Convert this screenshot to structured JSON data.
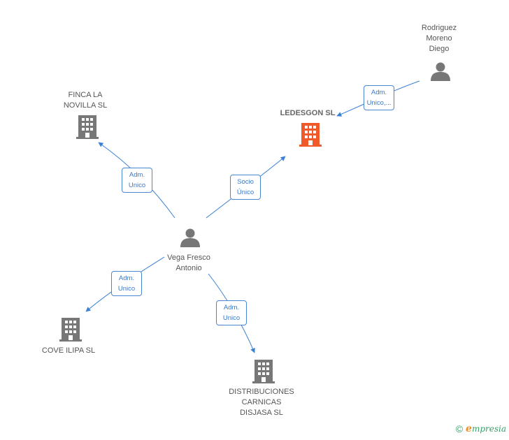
{
  "colors": {
    "edge": "#3a7fd4",
    "person": "#777777",
    "company": "#777777",
    "company_main": "#f05a28"
  },
  "nodes": {
    "rodriguez": {
      "label_lines": [
        "Rodriguez",
        "Moreno",
        "Diego"
      ],
      "icon": "person-icon"
    },
    "ledesgon": {
      "label_lines": [
        "LEDESGON SL"
      ],
      "icon": "building-icon"
    },
    "finca": {
      "label_lines": [
        "FINCA LA",
        "NOVILLA SL"
      ],
      "icon": "building-icon"
    },
    "vega": {
      "label_lines": [
        "Vega Fresco",
        "Antonio"
      ],
      "icon": "person-icon"
    },
    "cove": {
      "label_lines": [
        "COVE ILIPA SL"
      ],
      "icon": "building-icon"
    },
    "distribuciones": {
      "label_lines": [
        "DISTRIBUCIONES",
        "CARNICAS",
        "DISJASA SL"
      ],
      "icon": "building-icon"
    }
  },
  "edges": {
    "rodriguez_ledesgon": {
      "line1": "Adm.",
      "line2": "Unico,..."
    },
    "vega_finca": {
      "line1": "Adm.",
      "line2": "Unico"
    },
    "vega_ledesgon": {
      "line1": "Socio",
      "line2": "Único"
    },
    "vega_cove": {
      "line1": "Adm.",
      "line2": "Unico"
    },
    "vega_distribuciones": {
      "line1": "Adm.",
      "line2": "Unico"
    }
  },
  "footer": {
    "copyright": "©",
    "brand_initial": "e",
    "brand_rest": "mpresia"
  }
}
